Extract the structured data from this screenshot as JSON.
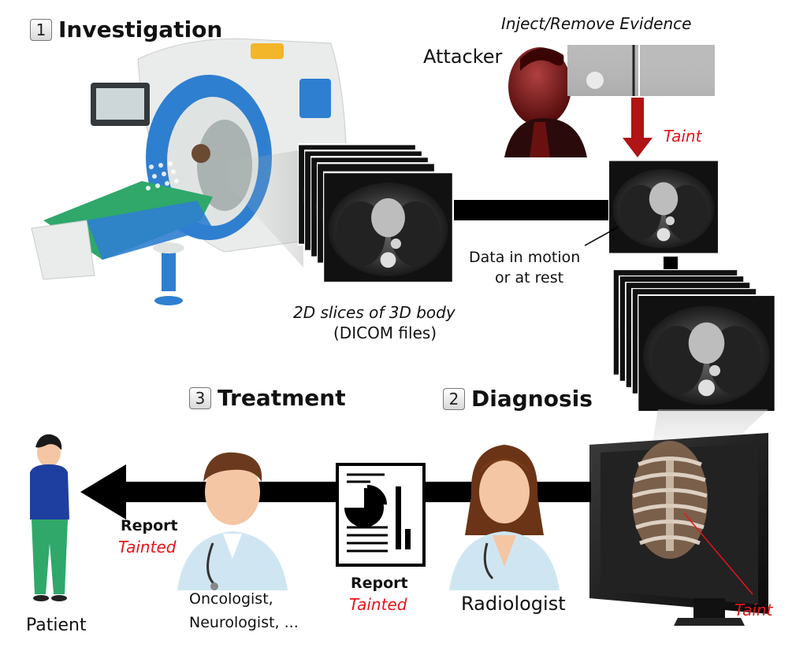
{
  "steps": [
    {
      "num": "1",
      "title": "Investigation"
    },
    {
      "num": "2",
      "title": "Diagnosis"
    },
    {
      "num": "3",
      "title": "Treatment"
    }
  ],
  "labels": {
    "attacker": "Attacker",
    "inject_remove": "Inject/Remove Evidence",
    "taint_top": "Taint",
    "data_motion_line1": "Data in motion",
    "data_motion_line2": "or at rest",
    "slices_line1": "2D slices of 3D body",
    "slices_line2": "(DICOM files)",
    "radiologist": "Radiologist",
    "oncologist_line1": "Oncologist,",
    "oncologist_line2": "Neurologist, ...",
    "patient": "Patient",
    "report_mid": "Report",
    "tainted_mid": "Tainted",
    "report_left": "Report",
    "tainted_left": "Tainted",
    "taint_bottom": "Taint"
  },
  "colors": {
    "arrow": "#000000",
    "attack_arrow": "#b01414",
    "taint_text": "#e8141a",
    "scanner_blue": "#2f7fd0",
    "scanner_body": "#e9ecea",
    "patient_shirt": "#1f3fa0",
    "patient_pants": "#2fa86a"
  }
}
